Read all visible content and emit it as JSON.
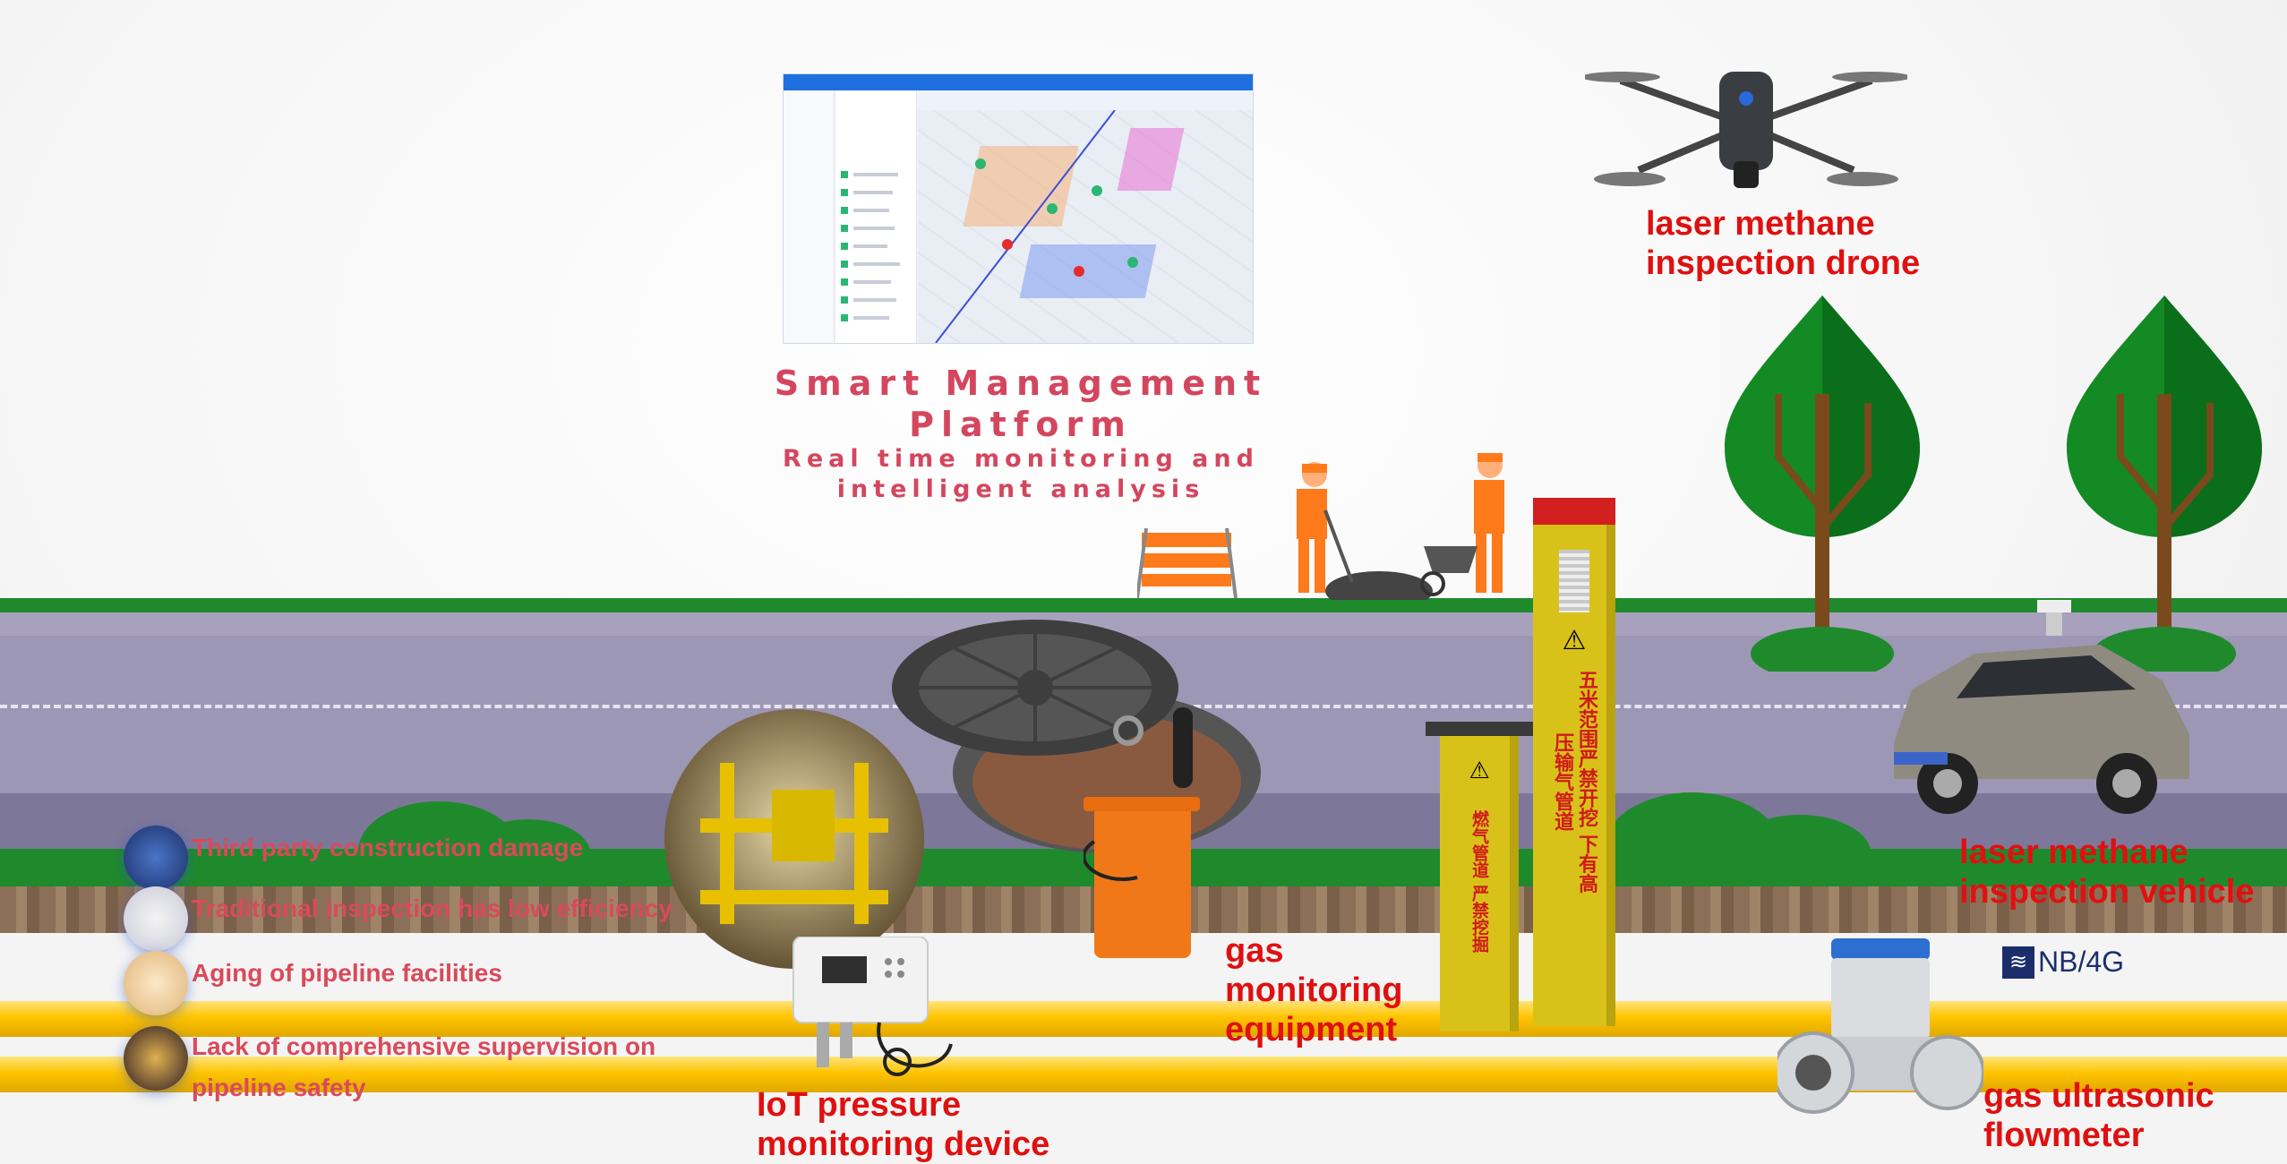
{
  "platform": {
    "title": "Smart Management Platform",
    "subtitle": "Real time monitoring and intelligent analysis"
  },
  "labels": {
    "drone": "laser methane inspection drone",
    "vehicle": "laser methane inspection vehicle",
    "gas_monitoring": "gas monitoring equipment",
    "iot_pressure": "IoT pressure monitoring device",
    "flowmeter": "gas ultrasonic flowmeter",
    "network": "NB/4G"
  },
  "marker_text": {
    "tall_post": "五米范围严禁开挖 下有高压输气管道",
    "short_post": "燃气管道 严禁挖掘"
  },
  "risks": [
    {
      "text": "Third party construction damage",
      "icon": "construction-worker-icon"
    },
    {
      "text": "Traditional inspection has low efficiency",
      "icon": "inspector-icon"
    },
    {
      "text": "Aging of pipeline facilities",
      "icon": "pipeline-facility-icon"
    },
    {
      "text": "Lack of comprehensive supervision on pipeline safety",
      "icon": "supervision-icon"
    }
  ],
  "colors": {
    "title": "#d4465e",
    "label": "#e01010",
    "risk_text": "#d94a5a",
    "grass": "#1f8a2c",
    "pipe": "#ffc400",
    "marker_post": "#d8c21a",
    "tree": "#1b8a2a"
  }
}
